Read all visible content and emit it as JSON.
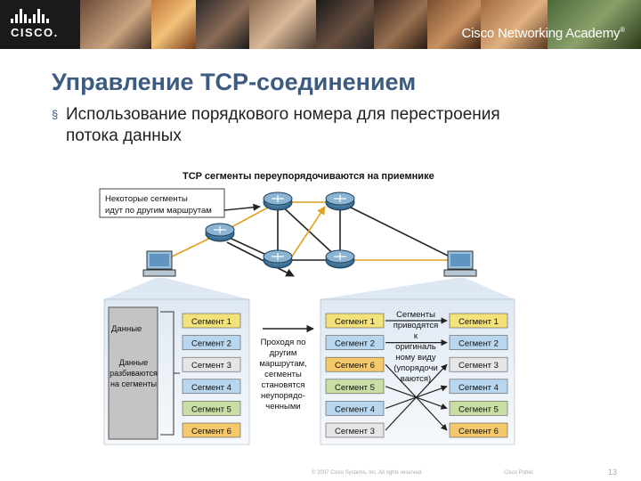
{
  "header": {
    "logo_text": "CISCO.",
    "academy_text": "Cisco Networking Academy",
    "academy_mark": "®"
  },
  "slide": {
    "title": "Управление TCP-соединением",
    "bullet_mark": "§",
    "bullet_text": "Использование порядкового номера для перестроения потока данных"
  },
  "diagram": {
    "caption": "TCP сегменты переупорядочиваются на приемнике",
    "callout": [
      "Некоторые сегменты",
      "идут по другим маршрутам"
    ],
    "data_label": "Данные",
    "split_label": [
      "Данные",
      "разбиваются",
      "на сегменты"
    ],
    "transit_label": [
      "Проходя по",
      "другим",
      "маршрутам,",
      "сегменты",
      "становятся",
      "неупорядо-",
      "ченными"
    ],
    "reorder_label": [
      "Сегменты",
      "приводятся",
      "к",
      "оригиналь",
      "ному виду",
      "(упорядочи",
      "ваются)"
    ],
    "sender_segments": [
      "Сегмент 1",
      "Сегмент 2",
      "Сегмент 3",
      "Сегмент 4",
      "Сегмент 5",
      "Сегмент 6"
    ],
    "received_segments": [
      "Сегмент 1",
      "Сегмент 2",
      "Сегмент 6",
      "Сегмент 5",
      "Сегмент 4",
      "Сегмент 3"
    ],
    "ordered_segments": [
      "Сегмент 1",
      "Сегмент 2",
      "Сегмент 3",
      "Сегмент 4",
      "Сегмент 5",
      "Сегмент 6"
    ],
    "segment_colors": {
      "Сегмент 1": "#f3e27a",
      "Сегмент 2": "#b8d6ee",
      "Сегмент 3": "#e6e6e6",
      "Сегмент 4": "#b8d6ee",
      "Сегмент 5": "#c8dea4",
      "Сегмент 6": "#f4c96c"
    }
  },
  "footer": {
    "copyright": "© 2007 Cisco Systems, Inc. All rights reserved.",
    "classification": "Cisco Public",
    "page_number": "13"
  }
}
